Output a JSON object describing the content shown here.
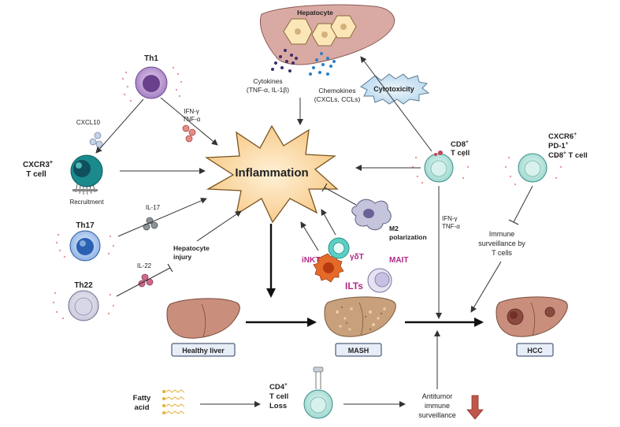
{
  "hepatocyte": {
    "title": "Hepatocyte"
  },
  "cytokines": {
    "line1": "Cytokines",
    "line2": "(TNF-α, IL-1β)"
  },
  "chemokines": {
    "line1": "Chemokines",
    "line2": "(CXCLs, CCLs)"
  },
  "cytotoxicity": "Cytotoxicity",
  "th1": {
    "name": "Th1",
    "signal1": "IFN-γ",
    "signal2": "TNF-α",
    "chemokine": "CXCL10"
  },
  "cxcr3": {
    "line1": "CXCR3",
    "sup": "+",
    "line2": "T cell",
    "recruitment": "Recruitment"
  },
  "inflammation": "Inflammation",
  "cd8": {
    "line1": "CD8",
    "sup": "+",
    "line2": "T cell",
    "ifn": "IFN-γ",
    "tnf": "TNF-α"
  },
  "cxcr6": {
    "line1": "CXCR6",
    "sup1": "+",
    "line2": "PD-1",
    "sup2": "+",
    "line3": "CD8",
    "sup3": "+",
    "line4": " T cell"
  },
  "th17": {
    "name": "Th17",
    "signal": "IL-17"
  },
  "th22": {
    "name": "Th22",
    "signal": "IL-22"
  },
  "hep_injury": {
    "line1": "Hepatocyte",
    "line2": "injury"
  },
  "m2": {
    "line1": "M2",
    "line2": "polarization"
  },
  "innate": {
    "inkt": "iNKT",
    "gdt": "γδT",
    "mait": "MAIT",
    "ilts": "ILTs"
  },
  "immune_surv": {
    "line1": "Immune",
    "line2": "surveillance by",
    "line3": "T cells"
  },
  "stages": {
    "healthy": "Healthy liver",
    "mash": "MASH",
    "hcc": "HCC"
  },
  "fatty": {
    "line1": "Fatty",
    "line2": "acid"
  },
  "cd4": {
    "line1": "CD4",
    "sup": "+",
    "line2": "T cell",
    "line3": "Loss"
  },
  "antitumor": {
    "line1": "Antitumor",
    "line2": "immune",
    "line3": "surveillance"
  }
}
